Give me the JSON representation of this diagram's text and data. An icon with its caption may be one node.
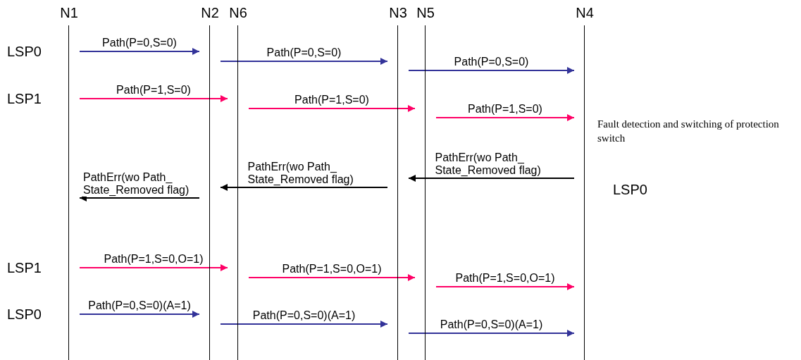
{
  "diagram": {
    "nodes": [
      {
        "text": [
          "N1"
        ]
      },
      {
        "text": [
          "N2"
        ]
      },
      {
        "text": [
          "N6"
        ]
      },
      {
        "text": [
          "N3"
        ]
      },
      {
        "text": [
          "N5"
        ]
      },
      {
        "text": [
          "N4"
        ]
      }
    ],
    "edges": [
      {
        "from": 0,
        "to": 1,
        "arrow": "to",
        "label": "Path(P=0,S=0)",
        "color": "#333399"
      },
      {
        "from": 1,
        "to": 3,
        "arrow": "to",
        "label": "Path(P=0,S=0)",
        "color": "#333399"
      },
      {
        "from": 3,
        "to": 5,
        "arrow": "to",
        "label": "Path(P=0,S=0)",
        "color": "#333399"
      },
      {
        "from": 0,
        "to": 2,
        "arrow": "to",
        "label": "Path(P=1,S=0)",
        "color": "#ff0066"
      },
      {
        "from": 2,
        "to": 4,
        "arrow": "to",
        "label": "Path(P=1,S=0)",
        "color": "#ff0066"
      },
      {
        "from": 4,
        "to": 5,
        "arrow": "to",
        "label": "Path(P=1,S=0)",
        "color": "#ff0066"
      },
      {
        "from": 5,
        "to": 3,
        "arrow": "to",
        "label": "PathErr(wo Path_ State_Removed flag)",
        "color": "#000000"
      },
      {
        "from": 3,
        "to": 1,
        "arrow": "to",
        "label": "PathErr(wo Path_ State_Removed flag)",
        "color": "#000000"
      },
      {
        "from": 1,
        "to": 0,
        "arrow": "to",
        "label": "PathErr(wo Path_ State_Removed flag)",
        "color": "#000000"
      },
      {
        "from": 0,
        "to": 2,
        "arrow": "to",
        "label": "Path(P=1,S=0,O=1)",
        "color": "#ff0066"
      },
      {
        "from": 2,
        "to": 4,
        "arrow": "to",
        "label": "Path(P=1,S=0,O=1)",
        "color": "#ff0066"
      },
      {
        "from": 4,
        "to": 5,
        "arrow": "to",
        "label": "Path(P=1,S=0,O=1)",
        "color": "#ff0066"
      },
      {
        "from": 0,
        "to": 1,
        "arrow": "to",
        "label": "Path(P=0,S=0)(A=1)",
        "color": "#333399"
      },
      {
        "from": 1,
        "to": 3,
        "arrow": "to",
        "label": "Path(P=0,S=0)(A=1)",
        "color": "#333399"
      },
      {
        "from": 3,
        "to": 5,
        "arrow": "to",
        "label": "Path(P=0,S=0)(A=1)",
        "color": "#333399"
      }
    ],
    "labels": [
      "LSP0",
      "LSP1",
      "Fault detection and switching of protection switch",
      "LSP0",
      "LSP1",
      "LSP0"
    ]
  }
}
